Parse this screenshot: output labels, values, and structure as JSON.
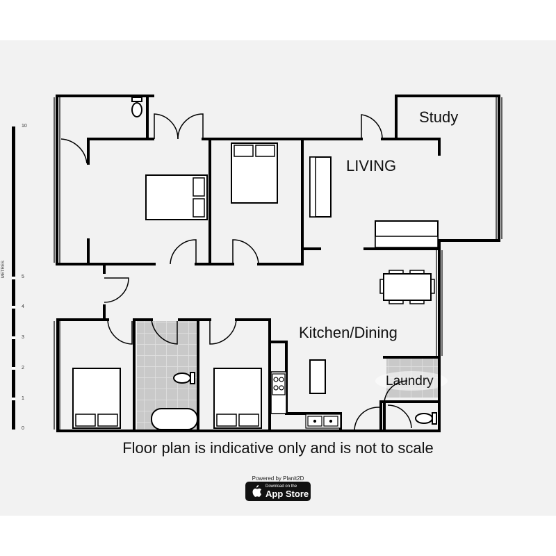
{
  "rooms": {
    "study": "Study",
    "living": "LIVING",
    "kitchen_dining": "Kitchen/Dining",
    "laundry": "Laundry"
  },
  "note": "Floor plan is indicative only and is not to scale",
  "scale": {
    "caption": "METRES",
    "ticks": [
      "10",
      "5",
      "4",
      "3",
      "2",
      "1",
      "0"
    ]
  },
  "footer": {
    "powered_by": "Powered by Planit2D",
    "store_small": "Download on the",
    "store_big": "App Store"
  },
  "colors": {
    "background": "#f2f2f2",
    "wall": "#000000",
    "tile": "#c8c8c8",
    "badge": "#111111"
  },
  "icons": [
    "toilet-icon",
    "bed-icon",
    "sofa-icon",
    "dining-table-icon",
    "bathtub-icon",
    "stove-icon",
    "sink-icon",
    "apple-icon"
  ]
}
